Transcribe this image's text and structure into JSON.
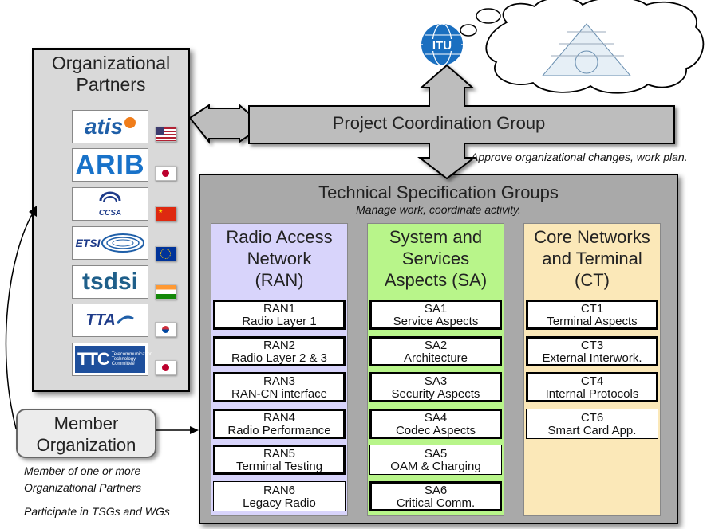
{
  "organizational_partners": {
    "title_line1": "Organizational",
    "title_line2": "Partners",
    "partners": [
      {
        "logo_text": "atis",
        "flag": "US"
      },
      {
        "logo_text": "ARIB",
        "flag": "JP"
      },
      {
        "logo_text": "CCSA",
        "flag": "CN"
      },
      {
        "logo_text": "ETSI",
        "flag": "EU"
      },
      {
        "logo_text": "tsdsi",
        "flag": "IN"
      },
      {
        "logo_text": "TTA",
        "flag": "KR"
      },
      {
        "logo_text": "TTC",
        "logo_subtext": "Telecommunication Technology Committee",
        "flag": "JP"
      }
    ]
  },
  "member": {
    "title_line1": "Member",
    "title_line2": "Organization",
    "note_line1": "Member of one or more",
    "note_line2": "Organizational Partners",
    "note_line3": "Participate in TSGs and WGs"
  },
  "pcg": {
    "title": "Project Coordination Group",
    "note": "Approve organizational changes, work plan."
  },
  "itu": {
    "logo_text": "ITU"
  },
  "tsg": {
    "title": "Technical Specification Groups",
    "subtitle": "Manage work, coordinate activity.",
    "columns": [
      {
        "title": [
          "Radio Access",
          "Network",
          "(RAN)"
        ],
        "color": "#d8d4fb",
        "groups": [
          {
            "code": "RAN1",
            "name": "Radio Layer 1",
            "thick": true
          },
          {
            "code": "RAN2",
            "name": "Radio Layer 2 & 3",
            "thick": true
          },
          {
            "code": "RAN3",
            "name": "RAN-CN interface",
            "thick": true
          },
          {
            "code": "RAN4",
            "name": "Radio Performance",
            "thick": true
          },
          {
            "code": "RAN5",
            "name": "Terminal Testing",
            "thick": true
          },
          {
            "code": "RAN6",
            "name": "Legacy Radio",
            "thick": false
          }
        ]
      },
      {
        "title": [
          "System and",
          "Services",
          "Aspects (SA)"
        ],
        "color": "#b8f58a",
        "groups": [
          {
            "code": "SA1",
            "name": "Service Aspects",
            "thick": true
          },
          {
            "code": "SA2",
            "name": "Architecture",
            "thick": true
          },
          {
            "code": "SA3",
            "name": "Security Aspects",
            "thick": true
          },
          {
            "code": "SA4",
            "name": "Codec Aspects",
            "thick": true
          },
          {
            "code": "SA5",
            "name": "OAM & Charging",
            "thick": false
          },
          {
            "code": "SA6",
            "name": "Critical Comm.",
            "thick": true
          }
        ]
      },
      {
        "title": [
          "Core Networks",
          "and Terminal",
          "(CT)"
        ],
        "color": "#fbe8b8",
        "groups": [
          {
            "code": "CT1",
            "name": "Terminal Aspects",
            "thick": true
          },
          {
            "code": "CT3",
            "name": "External Interwork.",
            "thick": true
          },
          {
            "code": "CT4",
            "name": "Internal Protocols",
            "thick": true
          },
          {
            "code": "CT6",
            "name": "Smart Card  App.",
            "thick": false
          }
        ]
      }
    ]
  }
}
